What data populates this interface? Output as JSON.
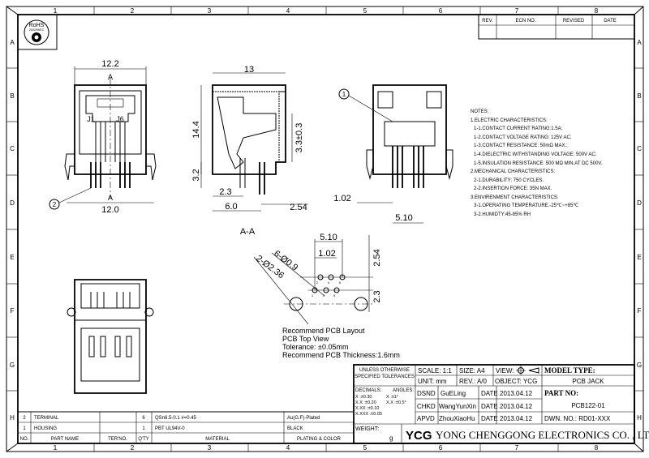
{
  "frame": {
    "columns": [
      "1",
      "2",
      "3",
      "4",
      "5",
      "6",
      "7",
      "8"
    ],
    "rows": [
      "A",
      "B",
      "C",
      "D",
      "E",
      "F",
      "G",
      "H"
    ]
  },
  "rohs": {
    "label": "RoHS",
    "date": "2002/95/EC"
  },
  "revision_table": {
    "headers": [
      "REV.",
      "ECN NO.",
      "REVISED",
      "DATE"
    ]
  },
  "front_view": {
    "width_top": "12.2",
    "section_top": "A",
    "pin1": "J1",
    "pin6": "J6",
    "section_bottom": "A",
    "width_bottom": "12.0",
    "callout": "2"
  },
  "section_view": {
    "depth": "13",
    "height": "14.4",
    "post_height": "3.3±0.3",
    "standoff": "3.2",
    "post_offset": "2.3",
    "post_span": "6.0",
    "pitch": "2.54",
    "title": "A-A"
  },
  "side_view": {
    "callout": "1",
    "pitch": "1.02",
    "span": "5.10"
  },
  "pcb_layout": {
    "span": "5.10",
    "pitch": "1.02",
    "row_pitch": "2.54",
    "row_offset": "2.3",
    "pin_holes": "6-Ø0.9",
    "post_holes": "2-Ø2.36",
    "pin_numbers": [
      "1",
      "2",
      "3",
      "4",
      "5",
      "6"
    ],
    "notes": [
      "Recommend PCB Layout",
      "PCB Top View",
      "Tolerance: ±0.05mm",
      "Recommend PCB Thickness:1.6mm"
    ]
  },
  "notes": {
    "title": "NOTES:",
    "lines": [
      "1.ELECTRIC CHARACTERISTICS:",
      "1-1.CONTACT CURRENT RATING:1.5A;",
      "1-2.CONTACT VOLTAGE RATING: 125V AC;",
      "1-3.CONTACT RESISTANCE: 50mΩ MAX.;",
      "1-4.DIELECTRIC WITHSTANDING VOLTAGE: 500V AC;",
      "1-5.INSULATION RESISTANCE: 500 MΩ MIN.AT DC 500V.",
      "2.MECHANICAL CHARACTERISTICS:",
      "2-1.DURABILITY: 750 CYCLES.",
      "2-2.INSERTION FORCE:    35N MAX.",
      "3.ENVIRENMENT CHARACTERISTICS:",
      "3-1.OPERATING TEMPERATURE.-25℃~+85℃",
      "3-2.HUMIDTY:45-85% RH"
    ]
  },
  "title_block": {
    "tolerance_title1": "UNLESS OTHERWISE",
    "tolerance_title2": "SPECIFIED TOLERANCES",
    "decimals": "DECIMALS:",
    "angles": "ANGLES:",
    "tol": [
      "X     :±0.30",
      "X.X   :±0.20",
      "X.XX  :±0.10",
      "X.XXX :±0.05"
    ],
    "ang": [
      "X   :±1°",
      "X.X :±0.5°"
    ],
    "scale": "SCALE:  1:1",
    "size": "SIZE:  A4",
    "view": "VIEW:",
    "unit": "UNIT:  mm",
    "rev": "REV.:  A/0",
    "object": "OBJECT: YCG",
    "model_type_label": "MODEL TYPE:",
    "model_type": "PCB JACK",
    "part_no_label": "PART NO:",
    "part_no": "PCB122-01",
    "dwn_no": "DWN.  NO.:  RD01-XXX",
    "signoffs": [
      {
        "role": "DSND",
        "name": "GuELing",
        "date_label": "DATE",
        "date": "2013.04.12"
      },
      {
        "role": "CHKD",
        "name": "WangYunXin",
        "date_label": "DATE",
        "date": "2013.04.12"
      },
      {
        "role": "APVD",
        "name": "ZhouXiaoHu",
        "date_label": "DATE",
        "date": "2013.04.12"
      }
    ],
    "weight_label": "WEIGHT:",
    "weight_unit": "g",
    "logo": "YCG",
    "company": "YONG CHENGGONG ELECTRONICS CO. , LTD."
  },
  "bom": {
    "headers": [
      "NO.",
      "PART NAME",
      "TER'NO.",
      "Q'TY",
      "MATERIAL",
      "PLATING & COLOR"
    ],
    "rows": [
      {
        "no": "2",
        "name": "TERMINAL",
        "ter": "",
        "qty": "6",
        "material": "QSn6.5-0.1  #=0.45",
        "plating": "Au(G.F)-Plated"
      },
      {
        "no": "1",
        "name": "HOUSING",
        "ter": "",
        "qty": "1",
        "material": "PBT  UL94V-0",
        "plating": "BLACK"
      }
    ]
  }
}
